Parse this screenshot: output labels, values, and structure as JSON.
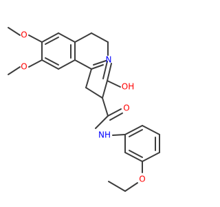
{
  "atoms": {
    "methoxy1_O": "O",
    "methoxy2_O": "O",
    "ring_N": "N",
    "acid_OH": "OH",
    "amide_O": "O",
    "amide_NH": "NH",
    "ethoxy_O": "O"
  },
  "colors": {
    "bond": "#3c3c3c",
    "oxygen": "#ff0000",
    "nitrogen": "#0000ff"
  }
}
